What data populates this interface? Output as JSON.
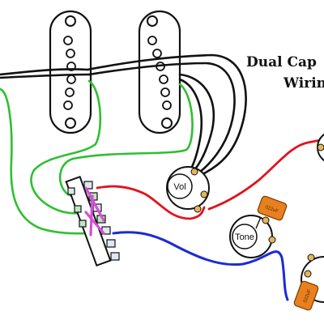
{
  "diagram": {
    "title_line1": "Dual Cap",
    "title_line2": "Wirin",
    "vol_label": "Vol",
    "tone_label": "Tone",
    "cap1_label": "022uF",
    "cap2_label": "022uF",
    "colors": {
      "green_wire": "#2fbf2f",
      "red_wire": "#e0141e",
      "blue_wire": "#1a2bd8",
      "black_wire": "#111111",
      "pink_jumper": "#d44fd6",
      "capacitor": "#e8801f",
      "solder": "#e8b45a"
    }
  }
}
